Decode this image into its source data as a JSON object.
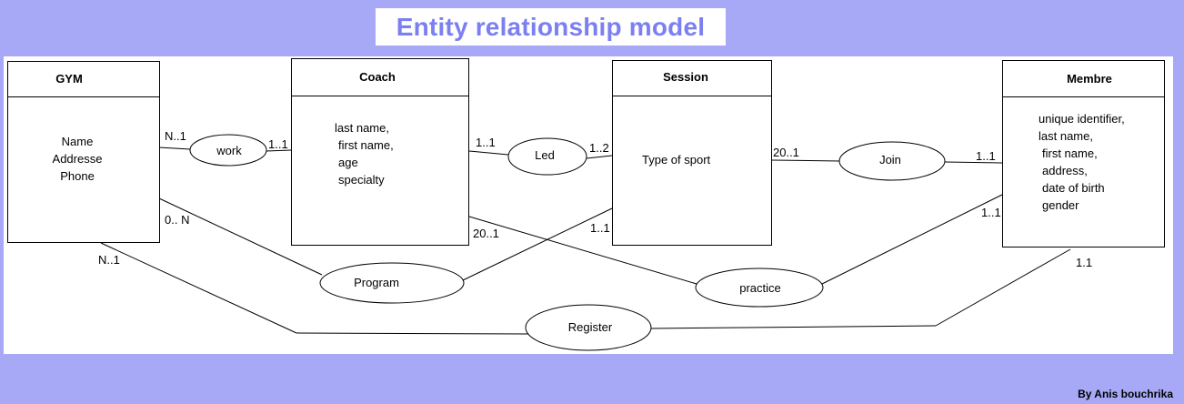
{
  "title": "Entity relationship model",
  "credit": "By Anis bouchrika",
  "entities": {
    "gym": {
      "name": "GYM",
      "attributes": [
        "Name",
        "Addresse",
        "Phone"
      ]
    },
    "coach": {
      "name": "Coach",
      "attributes": [
        "last name,",
        "first name,",
        "age",
        "specialty"
      ]
    },
    "session": {
      "name": "Session",
      "attributes": [
        "Type of sport"
      ]
    },
    "membre": {
      "name": "Membre",
      "attributes": [
        "unique identifier,",
        "last name,",
        "first name,",
        "address,",
        "date of birth",
        "gender"
      ]
    }
  },
  "relationships": {
    "work": "work",
    "led": "Led",
    "join": "Join",
    "program": "Program",
    "practice": "practice",
    "register": "Register"
  },
  "cardinalities": {
    "gym_work": "N..1",
    "coach_work": "1..1",
    "coach_led": "1..1",
    "session_led": "1..2",
    "session_join": "20..1",
    "membre_join": "1..1",
    "gym_program": "0.. N",
    "coach_practice": "20..1",
    "session_program": "1..1",
    "membre_practice": "1..1",
    "gym_register": "N..1",
    "membre_register": "1.1"
  },
  "colors": {
    "background": "#a7a9f6",
    "title": "#7b7ff2"
  }
}
